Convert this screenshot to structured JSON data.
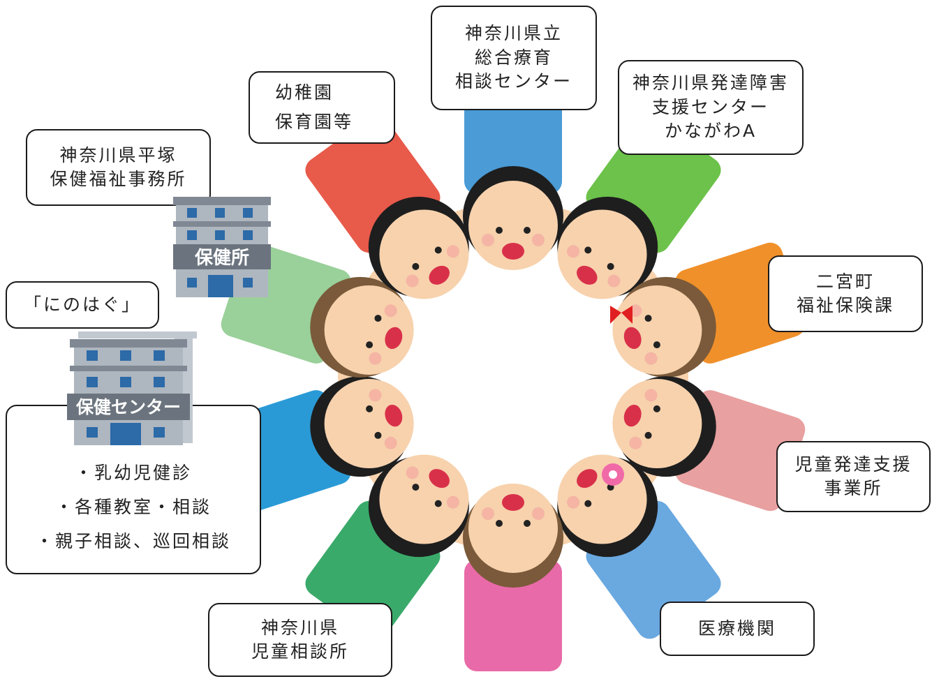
{
  "nodes": {
    "ryoiku": [
      "神奈川県立",
      "総合療育",
      "相談センター"
    ],
    "kindergarten": [
      "幼稚園",
      "保育園等"
    ],
    "hattatsu_center": [
      "神奈川県発達障害",
      "支援センター",
      "かながわA"
    ],
    "hiratsuka": [
      "神奈川県平塚",
      "保健福祉事務所"
    ],
    "ninomiya_welfare": [
      "二宮町",
      "福祉保険課"
    ],
    "ninohagu": [
      "「にのはぐ」"
    ],
    "health_center_services": [
      "・乳幼児健診",
      "・各種教室・相談",
      "・親子相談、巡回相談"
    ],
    "child_dev_support": [
      "児童発達支援",
      "事業所"
    ],
    "child_guidance": [
      "神奈川県",
      "児童相談所"
    ],
    "medical": [
      "医療機関"
    ]
  },
  "signs": {
    "hokenjo": "保健所",
    "hoken_center": "保健センター"
  },
  "colors": {
    "ring_shirts": [
      "#4a9bd6",
      "#6cc24a",
      "#f0902a",
      "#e8a0a0",
      "#6aa8e0",
      "#e86aa8",
      "#3aaa6a",
      "#2a9ad6",
      "#9ad09a",
      "#e85a4a"
    ],
    "building": "#9aa3ad",
    "window": "#2c6aa8",
    "box_border": "#1a1a1a"
  }
}
